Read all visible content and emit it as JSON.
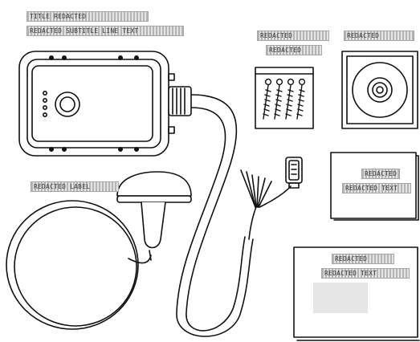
{
  "header": {
    "line1": "TITLE REDACTED",
    "line2": "REDACTED SUBTITLE LINE TEXT"
  },
  "labels": {
    "screws": {
      "line1": "REDACTED",
      "line2": "REDACTED"
    },
    "disc": {
      "line1": "REDACTED"
    },
    "gps_antenna": {
      "line1": "REDACTED LABEL"
    },
    "card": {
      "line1": "REDACTED",
      "line2": "REDACTED TEXT"
    },
    "envelope": {
      "line1": "REDACTED",
      "line2": "REDACTED TEXT"
    }
  },
  "colors": {
    "outline": "#111111",
    "fill": "#ffffff",
    "redaction_dark": "#b4b4b4",
    "redaction_light": "#e4e4e4",
    "placeholder_box": "#e6e6e6"
  },
  "icons": [
    "gps-tracker-device",
    "screws-bag",
    "cd-disc",
    "gps-antenna",
    "wire-harness",
    "db9-connector",
    "info-card",
    "envelope"
  ]
}
